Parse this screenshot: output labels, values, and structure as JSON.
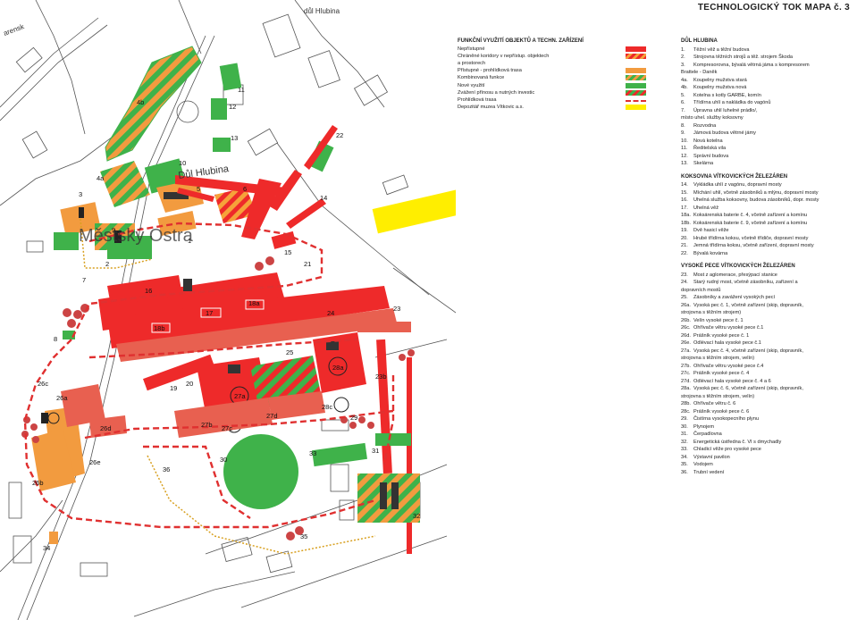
{
  "title": "TECHNOLOGICKÝ TOK MAPA č. 3",
  "map_labels": {
    "place_name": "Městský Ostra",
    "street_name": "Důl Hlubina",
    "street_top": "důl Hlubina",
    "street_left": "arensk",
    "numbers": [
      "1",
      "2",
      "3",
      "4a",
      "4b",
      "5",
      "6",
      "7",
      "8",
      "9",
      "10",
      "11",
      "12",
      "13",
      "14",
      "15",
      "16",
      "17",
      "18a",
      "18b",
      "19",
      "20",
      "21",
      "22",
      "23",
      "23b",
      "24",
      "25",
      "26a",
      "26b",
      "26c",
      "26d",
      "26e",
      "27a",
      "27b",
      "27c",
      "27d",
      "28a",
      "28c",
      "29",
      "30",
      "31",
      "32",
      "33",
      "34",
      "35",
      "36"
    ]
  },
  "legend": {
    "heading": "FUNKČNÍ VYUŽITÍ OBJEKTŮ A TECHN. ZAŘÍZENÍ",
    "items": [
      {
        "label": "Nepřístupné",
        "swatch": "red"
      },
      {
        "label": "Chráněné koridory v nepřístup. objektech",
        "swatch": "redstripe"
      },
      {
        "label": "a prostorech",
        "swatch": ""
      },
      {
        "label": "Přístupné - prohlídková trasa",
        "swatch": "orange"
      },
      {
        "label": "Kombinovaná funkce",
        "swatch": "green-orange"
      },
      {
        "label": "Nové využití",
        "swatch": "green"
      },
      {
        "label": "Zvážení přínosu a nutných investic",
        "swatch": "greenred"
      },
      {
        "label": "Prohlídková trasa",
        "swatch": "dash"
      },
      {
        "label": "Depozitář muzea Vítkovic a.s.",
        "swatch": "yellow"
      }
    ]
  },
  "sections": [
    {
      "heading": "DŮL HLUBINA",
      "items": [
        {
          "n": "1.",
          "t": "Těžní věž a těžní budova"
        },
        {
          "n": "2.",
          "t": "Strojovna těžních strojů a těž. strojem Škoda"
        },
        {
          "n": "3.",
          "t": "Kompresorovna, bývalá větrná jáma s kompresorem",
          "c": "Brattele - Daněk"
        },
        {
          "n": "4a.",
          "t": "Koupelny mužstva stará"
        },
        {
          "n": "4b.",
          "t": "Koupelny mužstva nová"
        },
        {
          "n": "5.",
          "t": "Kotelna s kotly GARBE, komín"
        },
        {
          "n": "6.",
          "t": "Třídírna uhlí a nakládka do vagónů"
        },
        {
          "n": "7.",
          "t": "Úpravna uhlí luhelné prádlo/,",
          "c": "místo uhel. služby koksovny"
        },
        {
          "n": "8.",
          "t": "Rozvodna"
        },
        {
          "n": "9.",
          "t": "Jámová budova větrné jámy"
        },
        {
          "n": "10.",
          "t": "Nová kotelna"
        },
        {
          "n": "11.",
          "t": "Ředitelská vila"
        },
        {
          "n": "12.",
          "t": "Správní budova"
        },
        {
          "n": "13.",
          "t": "Skelárna"
        }
      ]
    },
    {
      "heading": "KOKSOVNA VÍTKOVICKÝCH ŽELEZÁREN",
      "items": [
        {
          "n": "14.",
          "t": "Vykládka uhlí z vagónu, dopravní mosty"
        },
        {
          "n": "15.",
          "t": "Míchání uhlí, včetně zásobníků a mlýnu, dopravní mosty"
        },
        {
          "n": "16.",
          "t": "Uhelná služba koksovny, budova zásobníků, dopr. mosty"
        },
        {
          "n": "17.",
          "t": "Uhelná věž"
        },
        {
          "n": "18a.",
          "t": "Koksárenská baterie č. 4, včetně zařízení a komínu"
        },
        {
          "n": "18b.",
          "t": "Koksárenská baterie č. 9, včetně zařízení a komínu"
        },
        {
          "n": "19.",
          "t": "Dvě hasicí věže"
        },
        {
          "n": "20.",
          "t": "Hrubé třídírna koksu, včetně třídiče, dopravní mosty"
        },
        {
          "n": "21.",
          "t": "Jemná třídírna koksu, včetně zařízení, dopravní mosty"
        },
        {
          "n": "22.",
          "t": "Bývalá kovárna"
        }
      ]
    },
    {
      "heading": "VYSOKÉ PECE VÍTKOVICKÝCH ŽELEZÁREN",
      "items": [
        {
          "n": "23.",
          "t": "Most z aglomerace, přesýpací stanice"
        },
        {
          "n": "24.",
          "t": "Starý rudný most, včetně zásobníku, zařízení a",
          "c": "dopravních mostů"
        },
        {
          "n": "25.",
          "t": "Zásobníky a zavážení vysokých pecí"
        },
        {
          "n": "26a.",
          "t": "Vysoká pec č. 1, včetně zařízení (skip, dopravník,",
          "c": "strojovna s těžním strojem)"
        },
        {
          "n": "26b.",
          "t": "Velín vysoké pece č. 1"
        },
        {
          "n": "26c.",
          "t": "Ohřívače větru vysoké pece č.1"
        },
        {
          "n": "26d.",
          "t": "Prášník vysoké pece č. 1"
        },
        {
          "n": "26e.",
          "t": "Odlévací hala vysoké pece č.1"
        },
        {
          "n": "27a.",
          "t": "Vysoká pec č. 4, včetně zařízení (skip, dopravník,",
          "c": "strojovna s těžním strojem, velín)"
        },
        {
          "n": "27b.",
          "t": "Ohřívače větru vysoké pece č.4"
        },
        {
          "n": "27c.",
          "t": "Prášník vysoké pece č. 4"
        },
        {
          "n": "27d.",
          "t": "Odlévací hala vysoké pece č. 4 a 6"
        },
        {
          "n": "28a.",
          "t": "Vysoká pec č. 6, včetně zařízení (skip, dopravník,",
          "c": "strojovna s těžním strojem, velín)"
        },
        {
          "n": "28b.",
          "t": "Ohřívače větru č. 6"
        },
        {
          "n": "28c.",
          "t": "Prášník vysoké pece č. 6"
        },
        {
          "n": "29.",
          "t": "Čistírna vysokopecního plynu"
        },
        {
          "n": "30.",
          "t": "Plynojem"
        },
        {
          "n": "31.",
          "t": "Čerpadlovna"
        },
        {
          "n": "32.",
          "t": "Energetická ústředna č. VI s dmychadly"
        },
        {
          "n": "33.",
          "t": "Chladicí věže pro vysoké pece"
        },
        {
          "n": "34.",
          "t": "Výstavní pavilon"
        },
        {
          "n": "35.",
          "t": "Vodojem"
        },
        {
          "n": "36.",
          "t": "Trubní vedení"
        }
      ]
    }
  ],
  "colors": {
    "red": "#ee2a2a",
    "orange": "#f29b3f",
    "green": "#3fb24a",
    "yellow": "#ffee00",
    "dark": "#222222"
  }
}
